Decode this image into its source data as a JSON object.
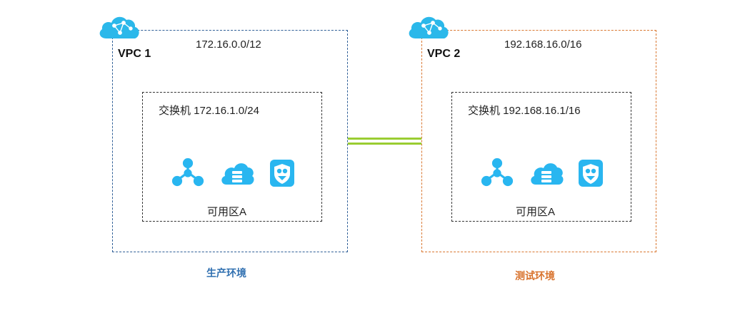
{
  "colors": {
    "vpc1_border": "#2f5f97",
    "vpc2_border": "#d97730",
    "cloud_blue": "#2bb8ea",
    "icon_blue": "#29b6f0",
    "peering_line": "#9acd32",
    "env1_text": "#2f6fb0",
    "env2_text": "#d8722c"
  },
  "vpcs": [
    {
      "name": "VPC 1",
      "cidr": "172.16.0.0/12",
      "vswitch": "交换机 172.16.1.0/24",
      "zone": "可用区A",
      "environment": "生产环境",
      "icons": [
        "network-node-icon",
        "cloud-server-icon",
        "security-shield-icon"
      ]
    },
    {
      "name": "VPC 2",
      "cidr": "192.168.16.0/16",
      "vswitch": "交换机 192.168.16.1/16",
      "zone": "可用区A",
      "environment": "测试环境",
      "icons": [
        "network-node-icon",
        "cloud-server-icon",
        "security-shield-icon"
      ]
    }
  ]
}
